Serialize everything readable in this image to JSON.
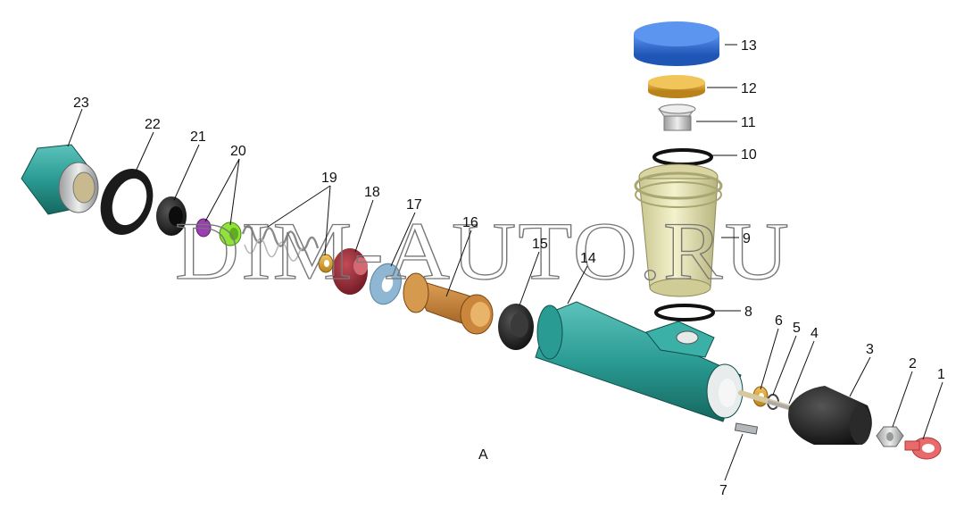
{
  "diagram": {
    "watermark": "DIM-AUTO.RU",
    "caption": "A",
    "part_numbers": [
      "1",
      "2",
      "3",
      "4",
      "5",
      "6",
      "7",
      "8",
      "9",
      "10",
      "11",
      "12",
      "13",
      "14",
      "15",
      "16",
      "17",
      "18",
      "19",
      "20",
      "21",
      "22",
      "23"
    ]
  },
  "colors": {
    "teal": "#2a9b93",
    "blue_cap": "#2f6fd6",
    "gold": "#d9a024",
    "cream": "#e9e6b3",
    "silver": "#c8cacc",
    "black_rubber": "#1e1e1e",
    "maroon": "#9a2e3a",
    "light_blue": "#8fb6d2",
    "bronze": "#c9863c",
    "purple": "#9b3fb0",
    "green": "#8fe23a",
    "salmon": "#e86a6a"
  }
}
